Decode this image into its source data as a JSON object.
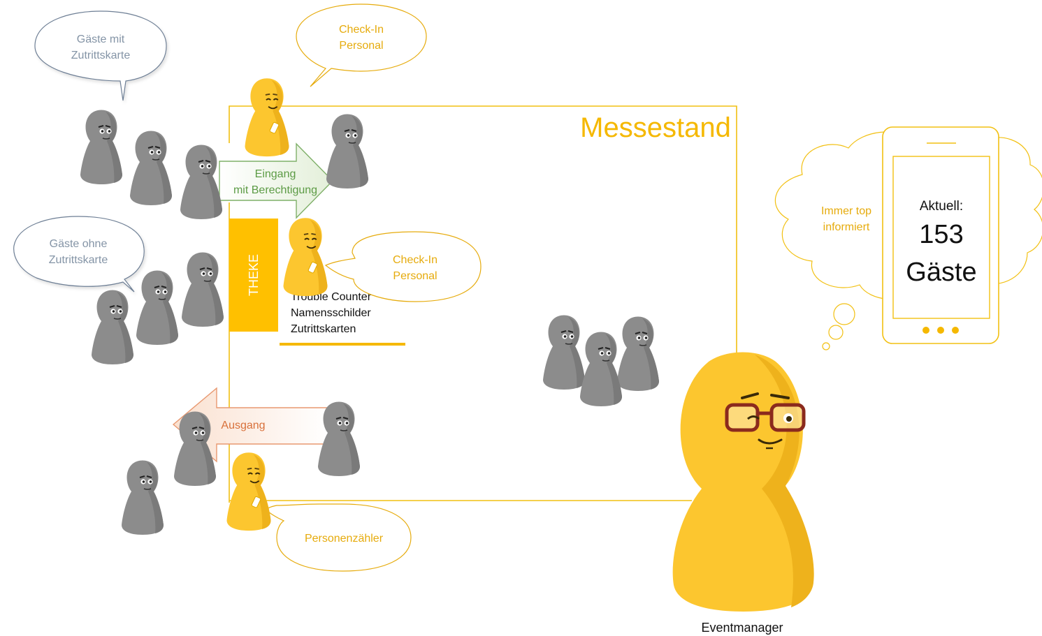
{
  "booth": {
    "title": "Messestand"
  },
  "counter": {
    "label": "THEKE",
    "items": [
      "Trouble Counter",
      "Namensschilder",
      "Zutrittskarten"
    ]
  },
  "bubbles": {
    "guests_with_card": [
      "Gäste mit",
      "Zutrittskarte"
    ],
    "guests_without_card": [
      "Gäste ohne",
      "Zutrittskarte"
    ],
    "checkin_staff_top": [
      "Check-In",
      "Personal"
    ],
    "checkin_staff_counter": [
      "Check-In",
      "Personal"
    ],
    "person_counter": [
      "Personenzähler"
    ]
  },
  "arrows": {
    "entrance": [
      "Eingang",
      "mit Berechtigung"
    ],
    "exit": [
      "Ausgang"
    ]
  },
  "thought": {
    "text": [
      "Immer top",
      "informiert"
    ]
  },
  "phone": {
    "line1": "Aktuell:",
    "line2": "153",
    "line3": "Gäste"
  },
  "manager": {
    "label": "Eventmanager"
  },
  "colors": {
    "gold": "#f5b800",
    "pawn_yellow": "#fcc62f",
    "pawn_grey": "#8c8c8c",
    "green": "#6aa84f",
    "orange": "#e07b3f",
    "bubble_grey": "#6e7f95"
  }
}
